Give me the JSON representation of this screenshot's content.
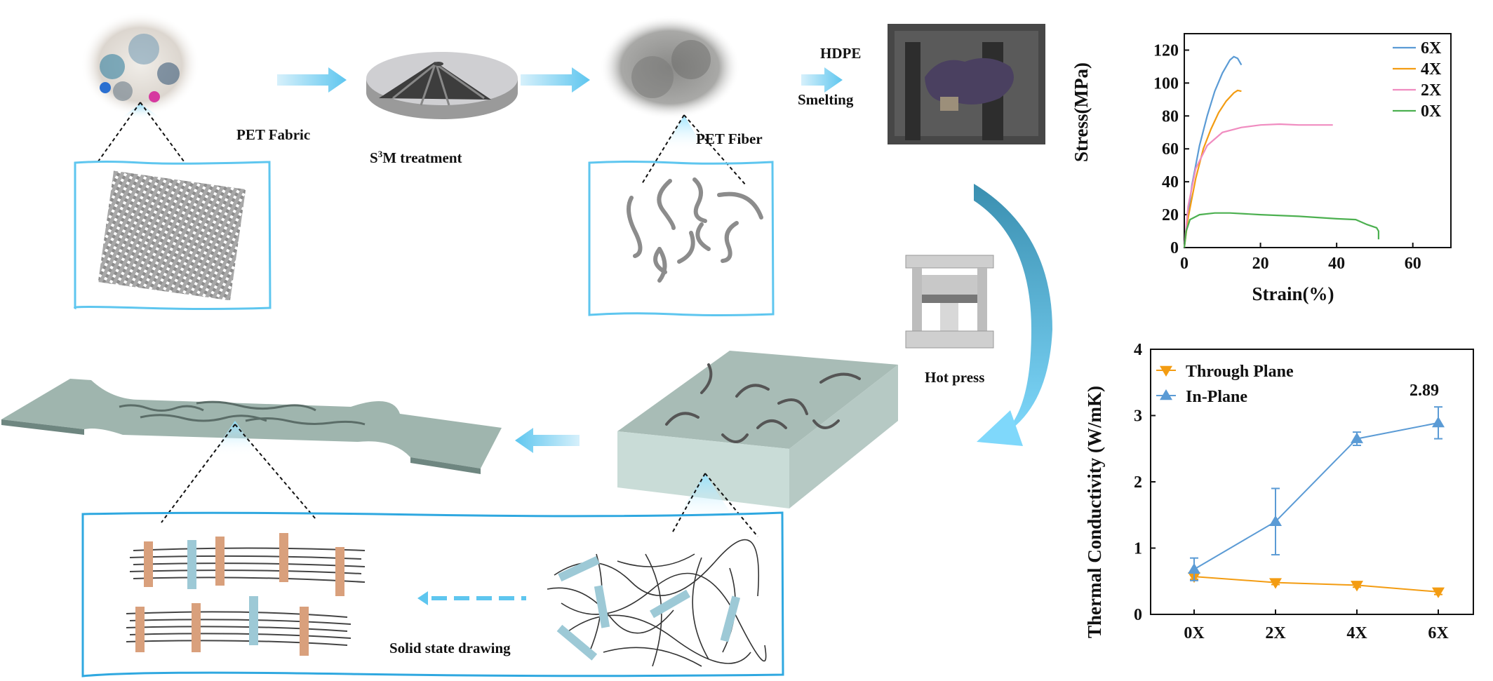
{
  "process": {
    "pet_fabric": "PET Fabric",
    "s3m_prefix": "S",
    "s3m_sup": "3",
    "s3m_suffix": "M treatment",
    "pet_fiber": "PET Fiber",
    "hdpe": "HDPE",
    "smelting": "Smelting",
    "hot_press": "Hot press",
    "solid_state_drawing": "Solid state drawing"
  },
  "colors": {
    "arrow": "#7fd3f4",
    "box": "#5ec6ef",
    "plate": "#9fb5ae",
    "tan_clamp": "#d9a07c",
    "blue_clamp": "#9dc9d6"
  },
  "chart_data": [
    {
      "type": "line",
      "xlabel": "Strain(%)",
      "ylabel": "Stress(MPa)",
      "xlim": [
        0,
        70
      ],
      "ylim": [
        0,
        130
      ],
      "xticks": [
        "0",
        "20",
        "40",
        "60"
      ],
      "yticks": [
        "0",
        "20",
        "40",
        "60",
        "80",
        "100",
        "120"
      ],
      "legend_position": "top-right",
      "series": [
        {
          "name": "6X",
          "color": "#5b9bd5",
          "points": [
            [
              0,
              0
            ],
            [
              1,
              20
            ],
            [
              2,
              38
            ],
            [
              4,
              62
            ],
            [
              6,
              80
            ],
            [
              8,
              95
            ],
            [
              10,
              106
            ],
            [
              12,
              114
            ],
            [
              13,
              116
            ],
            [
              14,
              115
            ],
            [
              15,
              111
            ]
          ]
        },
        {
          "name": "4X",
          "color": "#f39c12",
          "points": [
            [
              0,
              0
            ],
            [
              1,
              18
            ],
            [
              3,
              42
            ],
            [
              5,
              60
            ],
            [
              7,
              72
            ],
            [
              9,
              82
            ],
            [
              11,
              89
            ],
            [
              13,
              94
            ],
            [
              14,
              95.5
            ],
            [
              15,
              95
            ]
          ]
        },
        {
          "name": "2X",
          "color": "#f08cc0",
          "points": [
            [
              0,
              0
            ],
            [
              1,
              25
            ],
            [
              3,
              48
            ],
            [
              6,
              62
            ],
            [
              10,
              70
            ],
            [
              15,
              73
            ],
            [
              20,
              74.5
            ],
            [
              25,
              75
            ],
            [
              30,
              74.5
            ],
            [
              35,
              74.5
            ],
            [
              39,
              74.5
            ]
          ]
        },
        {
          "name": "0X",
          "color": "#4cb050",
          "points": [
            [
              0,
              0
            ],
            [
              0.5,
              10
            ],
            [
              1.5,
              17
            ],
            [
              4,
              20
            ],
            [
              8,
              21
            ],
            [
              12,
              21
            ],
            [
              20,
              20
            ],
            [
              30,
              19
            ],
            [
              40,
              17.5
            ],
            [
              45,
              17
            ],
            [
              48,
              14
            ],
            [
              50.5,
              12
            ],
            [
              51,
              10
            ],
            [
              51,
              5
            ]
          ]
        }
      ]
    },
    {
      "type": "line",
      "xlabel": "",
      "ylabel": "Thermal Conductivity (W/mK)",
      "ylim": [
        0,
        4
      ],
      "categories": [
        "0X",
        "2X",
        "4X",
        "6X"
      ],
      "yticks": [
        "0",
        "1",
        "2",
        "3",
        "4"
      ],
      "legend_position": "top-left",
      "annotation": "2.89",
      "series": [
        {
          "name": "Through Plane",
          "color": "#f39c12",
          "marker": "triangle-down",
          "values": [
            0.57,
            0.48,
            0.44,
            0.34
          ],
          "errors": [
            0.04,
            0.03,
            0.03,
            0.04
          ]
        },
        {
          "name": "In-Plane",
          "color": "#5b9bd5",
          "marker": "triangle-up",
          "values": [
            0.68,
            1.4,
            2.65,
            2.89
          ],
          "errors": [
            0.17,
            0.5,
            0.1,
            0.24
          ]
        }
      ]
    }
  ]
}
